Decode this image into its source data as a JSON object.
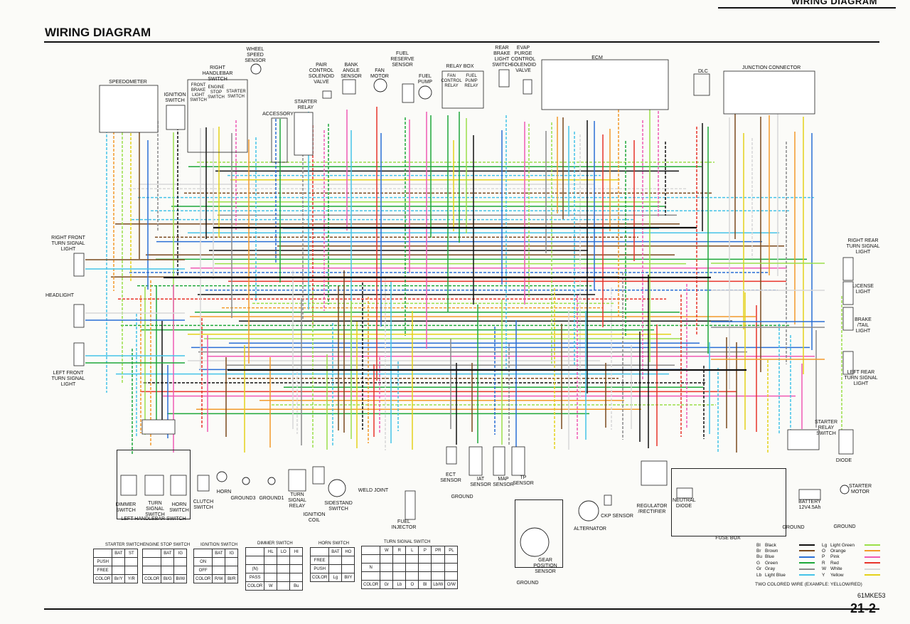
{
  "header": {
    "running_title": "WIRING DIAGRAM",
    "page_title": "WIRING DIAGRAM",
    "page_number": "21-2",
    "doc_code": "61MKE53"
  },
  "components": {
    "wheel_speed_sensor": "WHEEL\nSPEED\nSENSOR",
    "speedometer": "SPEEDOMETER",
    "right_handlebar_switch": "RIGHT\nHANDLEBAR\nSWITCH",
    "front_brake_light_switch": "FRONT\nBRAKE\nLIGHT\nSWITCH",
    "engine_stop_switch": "ENGINE\nSTOP\nSWITCH",
    "starter_switch": "STARTER\nSWITCH",
    "ignition_switch": "IGNITION\nSWITCH",
    "accessory": "ACCESSORY",
    "starter_relay": "STARTER\nRELAY",
    "pair_valve": "PAIR\nCONTROL\nSOLENOID\nVALVE",
    "bank_angle_sensor": "BANK\nANGLE\nSENSOR",
    "fan_motor": "FAN\nMOTOR",
    "fuel_reserve_sensor": "FUEL\nRESERVE\nSENSOR",
    "fuel_pump": "FUEL\nPUMP",
    "relay_box": "RELAY BOX",
    "fan_control_relay": "FAN\nCONTROL\nRELAY",
    "fuel_pump_relay": "FUEL\nPUMP\nRELAY",
    "rear_brake_light_switch": "REAR\nBRAKE\nLIGHT\nSWITCH",
    "evap_valve": "EVAP\nPURGE\nCONTROL\nSOLENOID\nVALVE",
    "ecm": "ECM",
    "dlc": "DLC",
    "junction_connector": "JUNCTION CONNECTOR",
    "right_front_turn": "RIGHT FRONT\nTURN SIGNAL\nLIGHT",
    "headlight": "HEADLIGHT",
    "left_front_turn": "LEFT FRONT\nTURN SIGNAL\nLIGHT",
    "right_rear_turn": "RIGHT REAR\nTURN SIGNAL\nLIGHT",
    "license_light": "LICENSE\nLIGHT",
    "brake_tail_light": "BRAKE\n/TAIL\nLIGHT",
    "left_rear_turn": "LEFT REAR\nTURN SIGNAL\nLIGHT",
    "dimmer_switch": "DIMMER\nSWITCH",
    "turn_signal_switch": "TURN\nSIGNAL\nSWITCH",
    "horn_switch": "HORN\nSWITCH",
    "left_handlebar_switch": "LEFT HANDLEBAR SWITCH",
    "clutch_switch": "CLUTCH\nSWITCH",
    "horn": "HORN",
    "ground3": "GROUND3",
    "ground1": "GROUND1",
    "turn_signal_relay": "TURN\nSIGNAL\nRELAY",
    "ignition_coil": "IGNITION\nCOIL",
    "sidestand_switch": "SIDESTAND\nSWITCH",
    "weld_joint": "WELD JOINT",
    "fuel_injector": "FUEL\nINJECTOR",
    "ect_sensor": "ECT\nSENSOR",
    "iat_sensor": "IAT\nSENSOR",
    "map_sensor": "MAP\nSENSOR",
    "tp_sensor": "TP\nSENSOR",
    "ground_a": "GROUND",
    "gear_position_sensor": "GEAR\nPOSITION\nSENSOR",
    "ground_b": "GROUND",
    "alternator": "ALTERNATOR",
    "ckp_sensor": "CKP SENSOR",
    "regulator": "REGULATOR\n/RECTIFIER",
    "neutral_diode": "NEUTRAL\nDIODE",
    "fuse_box": "FUSE BOX",
    "starter_relay_switch": "STARTER\nRELAY\nSWITCH",
    "diode": "DIODE",
    "starter_motor": "STARTER\nMOTOR",
    "battery": "BATTERY\n12V4.5Ah",
    "ground_c": "GROUND",
    "ground_d": "GROUND"
  },
  "switch_tables": {
    "starter": {
      "title": "STARTER SWITCH",
      "cols": [
        "",
        "BAT",
        "ST"
      ],
      "rows": [
        [
          "PUSH",
          "",
          ""
        ],
        [
          "FREE",
          "",
          ""
        ],
        [
          "COLOR",
          "Br/Y",
          "Y/R"
        ]
      ]
    },
    "engine_stop": {
      "title": "ENGINE STOP SWITCH",
      "cols": [
        "",
        "BAT",
        "IG"
      ],
      "rows": [
        [
          "",
          "",
          ""
        ],
        [
          "",
          "",
          ""
        ],
        [
          "COLOR",
          "Bl/G",
          "Bl/W"
        ]
      ]
    },
    "ignition": {
      "title": "IGNITION SWITCH",
      "cols": [
        "",
        "BAT",
        "IG"
      ],
      "rows": [
        [
          "ON",
          "",
          ""
        ],
        [
          "OFF",
          "",
          ""
        ],
        [
          "COLOR",
          "R/W",
          "Bl/R"
        ]
      ]
    },
    "dimmer": {
      "title": "DIMMER SWITCH",
      "cols": [
        "",
        "HL",
        "LO",
        "HI"
      ],
      "rows": [
        [
          "",
          "",
          "",
          ""
        ],
        [
          "(N)",
          "",
          "",
          ""
        ],
        [
          "PASS",
          "",
          "",
          ""
        ],
        [
          "COLOR",
          "W",
          "",
          "Bu"
        ]
      ]
    },
    "horn": {
      "title": "HORN SWITCH",
      "cols": [
        "",
        "BAT",
        "HO"
      ],
      "rows": [
        [
          "FREE",
          "",
          ""
        ],
        [
          "PUSH",
          "",
          ""
        ],
        [
          "COLOR",
          "Lg",
          "Bl/Y"
        ]
      ]
    },
    "turn": {
      "title": "TURN SIGNAL SWITCH",
      "cols": [
        "",
        "W",
        "R",
        "L",
        "P",
        "PR",
        "PL"
      ],
      "rows": [
        [
          "",
          "",
          "",
          "",
          "",
          "",
          ""
        ],
        [
          "N",
          "",
          "",
          "",
          "",
          "",
          ""
        ],
        [
          "",
          "",
          "",
          "",
          "",
          "",
          ""
        ],
        [
          "COLOR",
          "Gr",
          "Lb",
          "O",
          "Bl",
          "Lb/W",
          "O/W"
        ]
      ]
    }
  },
  "legend": {
    "items": [
      {
        "ab": "Bl",
        "name": "Black",
        "color": "#111111"
      },
      {
        "ab": "Br",
        "name": "Brown",
        "color": "#7a4a1e"
      },
      {
        "ab": "Bu",
        "name": "Blue",
        "color": "#2b6fd6"
      },
      {
        "ab": "G",
        "name": "Green",
        "color": "#1ea83a"
      },
      {
        "ab": "Gr",
        "name": "Gray",
        "color": "#8a8a8a"
      },
      {
        "ab": "Lb",
        "name": "Light Blue",
        "color": "#45c3e8"
      },
      {
        "ab": "Lg",
        "name": "Light Green",
        "color": "#9be04a"
      },
      {
        "ab": "O",
        "name": "Orange",
        "color": "#f39a2a"
      },
      {
        "ab": "P",
        "name": "Pink",
        "color": "#f05ab4"
      },
      {
        "ab": "R",
        "name": "Red",
        "color": "#e8342a"
      },
      {
        "ab": "W",
        "name": "White",
        "color": "#d8d8d8"
      },
      {
        "ab": "Y",
        "name": "Yellow",
        "color": "#e5d21a"
      }
    ],
    "note": "TWO COLORED WIRE (EXAMPLE: YELLOW/RED)"
  },
  "colors": {
    "ink": "#111111",
    "paper": "#fbfbf8"
  }
}
